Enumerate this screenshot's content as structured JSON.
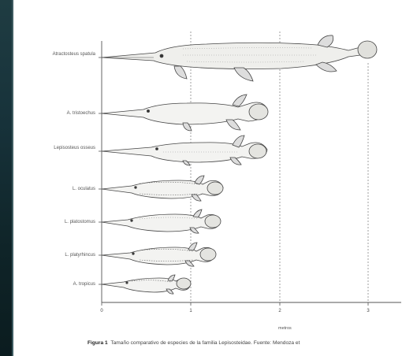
{
  "species": [
    "Atractosteus spatula",
    "A. tristoechus",
    "Lepisosteus osseus",
    "L. oculatus",
    "L. platostomus",
    "L. platyrhincus",
    "A. tropicus"
  ],
  "axis": {
    "ticks": [
      "0",
      "1",
      "2",
      "3"
    ],
    "label": "metros"
  },
  "caption": {
    "label": "Figura 1",
    "text": "Tamaño comparativo de especies de la familia Lepisosteidae. Fuente: Mendoza et"
  }
}
